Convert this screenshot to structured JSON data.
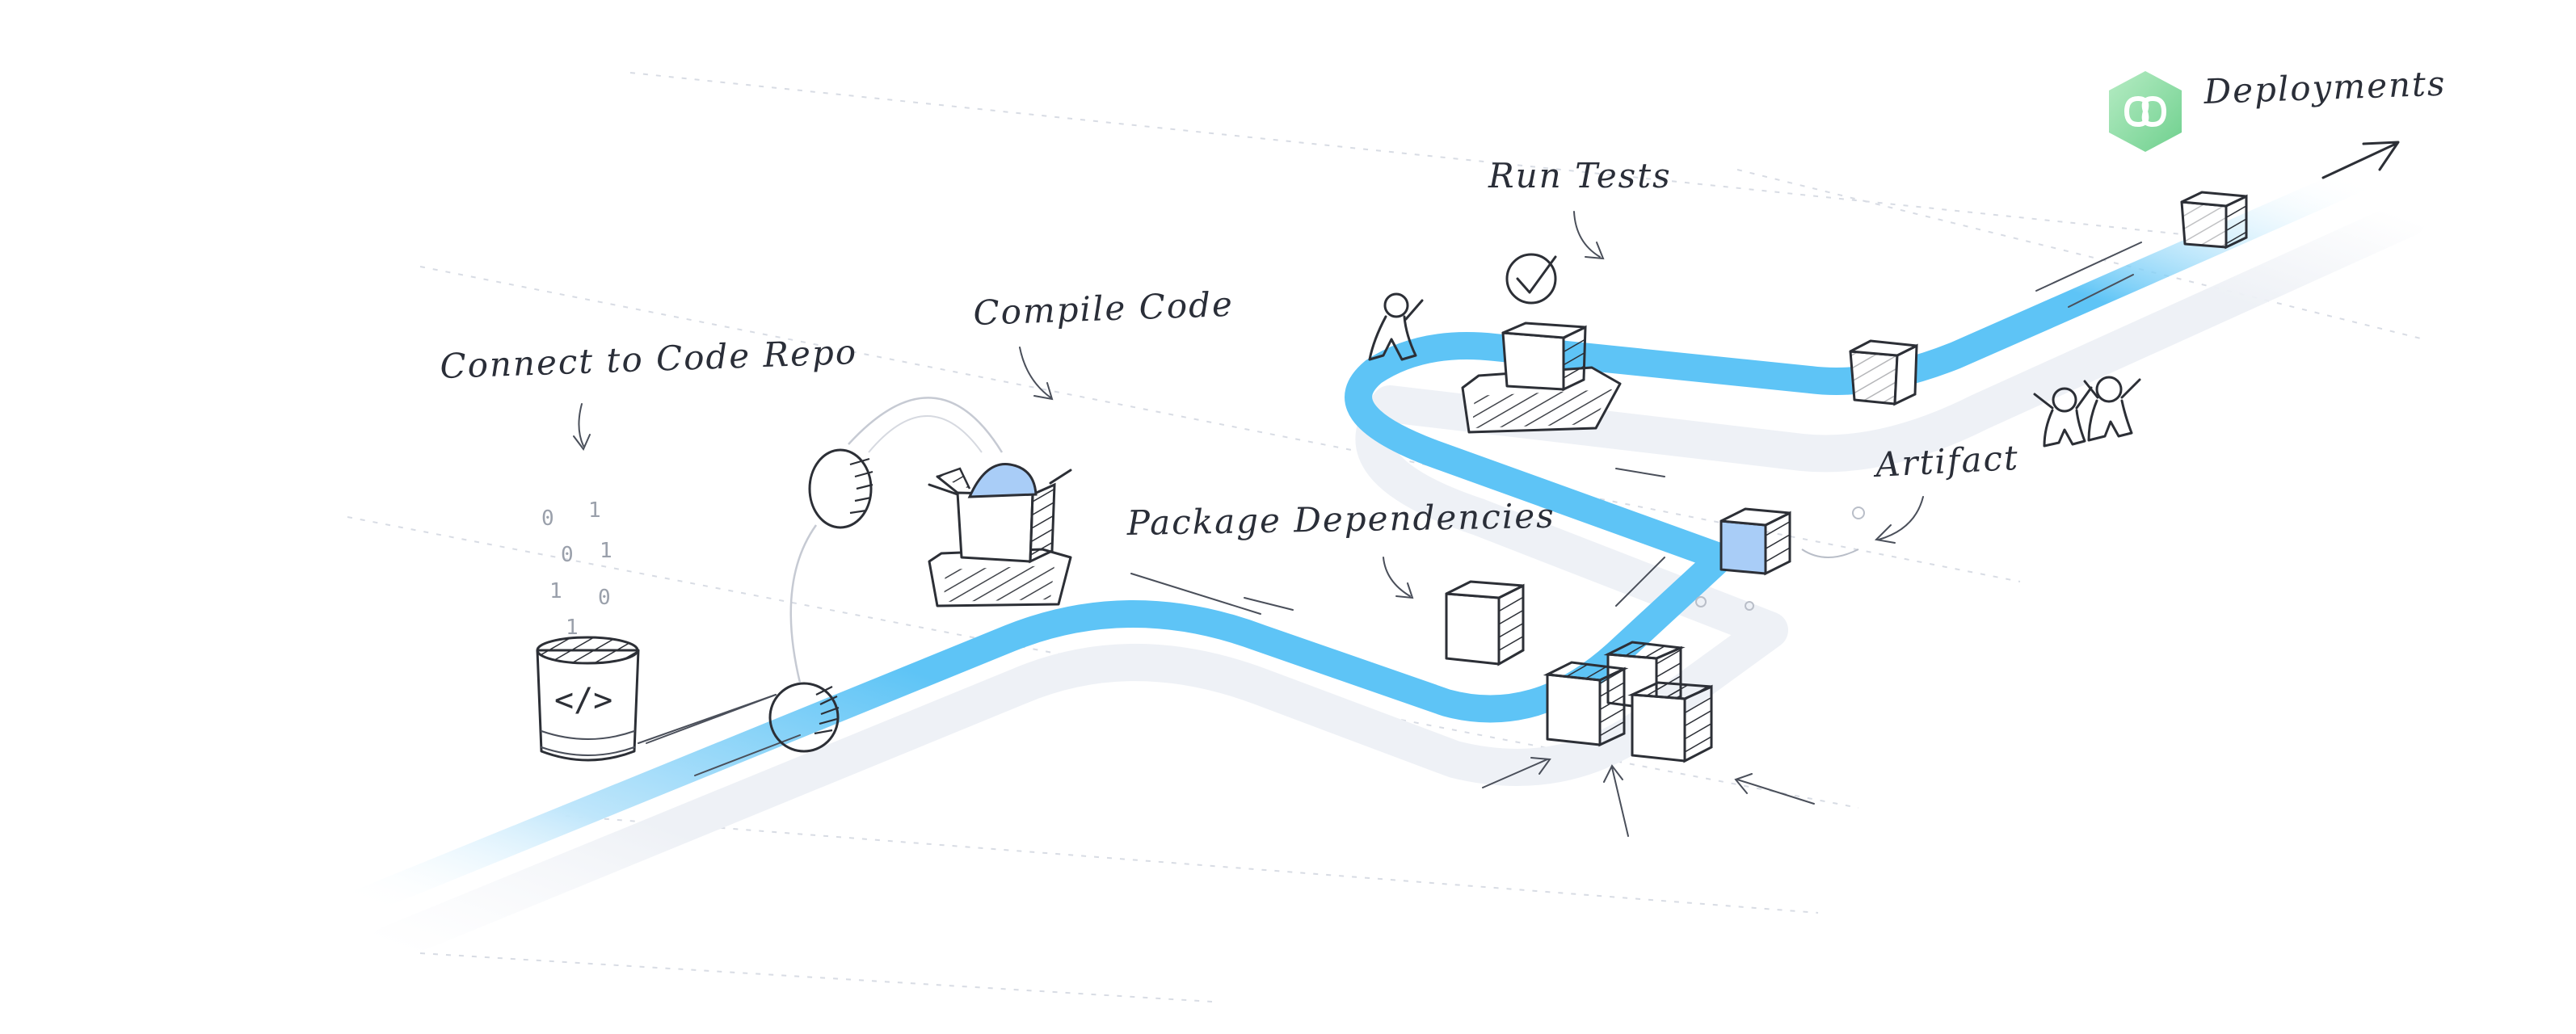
{
  "labels": {
    "connect_repo": "Connect to Code Repo",
    "compile_code": "Compile Code",
    "package_dependencies": "Package Dependencies",
    "run_tests": "Run Tests",
    "artifact": "Artifact",
    "deployments": "Deployments"
  },
  "repo_icon_text": "</>",
  "binary_bits": [
    "0",
    "1",
    "0",
    "1",
    "1",
    "0",
    "1"
  ],
  "colors": {
    "pipeline": "#5ec4f6",
    "pipeline_light": "#bfe6fb",
    "shadow": "#eef1f6",
    "artifact_box": "#a9cdf7",
    "logo_green": "#86d9a0",
    "ink": "#2c2f36"
  },
  "icons": [
    "database-code-icon",
    "ball-icon",
    "box-icon",
    "checkmark-icon",
    "person-icon",
    "infinity-logo-icon",
    "arrow-icon"
  ]
}
